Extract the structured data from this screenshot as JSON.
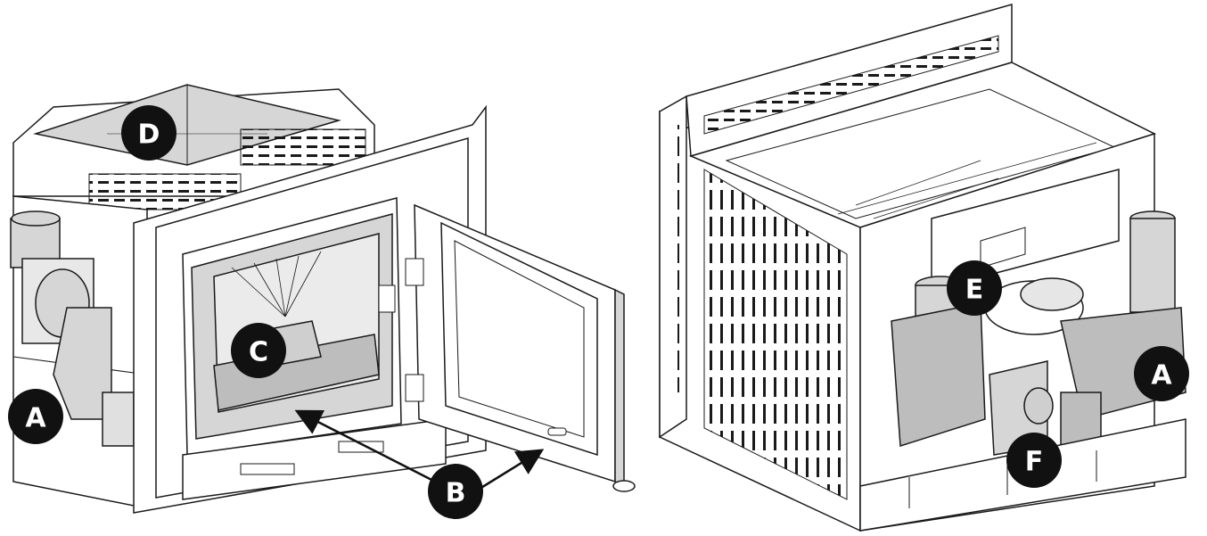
{
  "caption_top": "",
  "labels": {
    "left": {
      "A": "A",
      "B": "B",
      "C": "C",
      "D": "D"
    },
    "right": {
      "A": "A",
      "E": "E",
      "F": "F"
    }
  },
  "colors": {
    "line": "#1a1a1a",
    "panel_fill": "#d6d6d6",
    "badge_fill": "#111111",
    "badge_text": "#ffffff",
    "paper": "#ffffff"
  }
}
